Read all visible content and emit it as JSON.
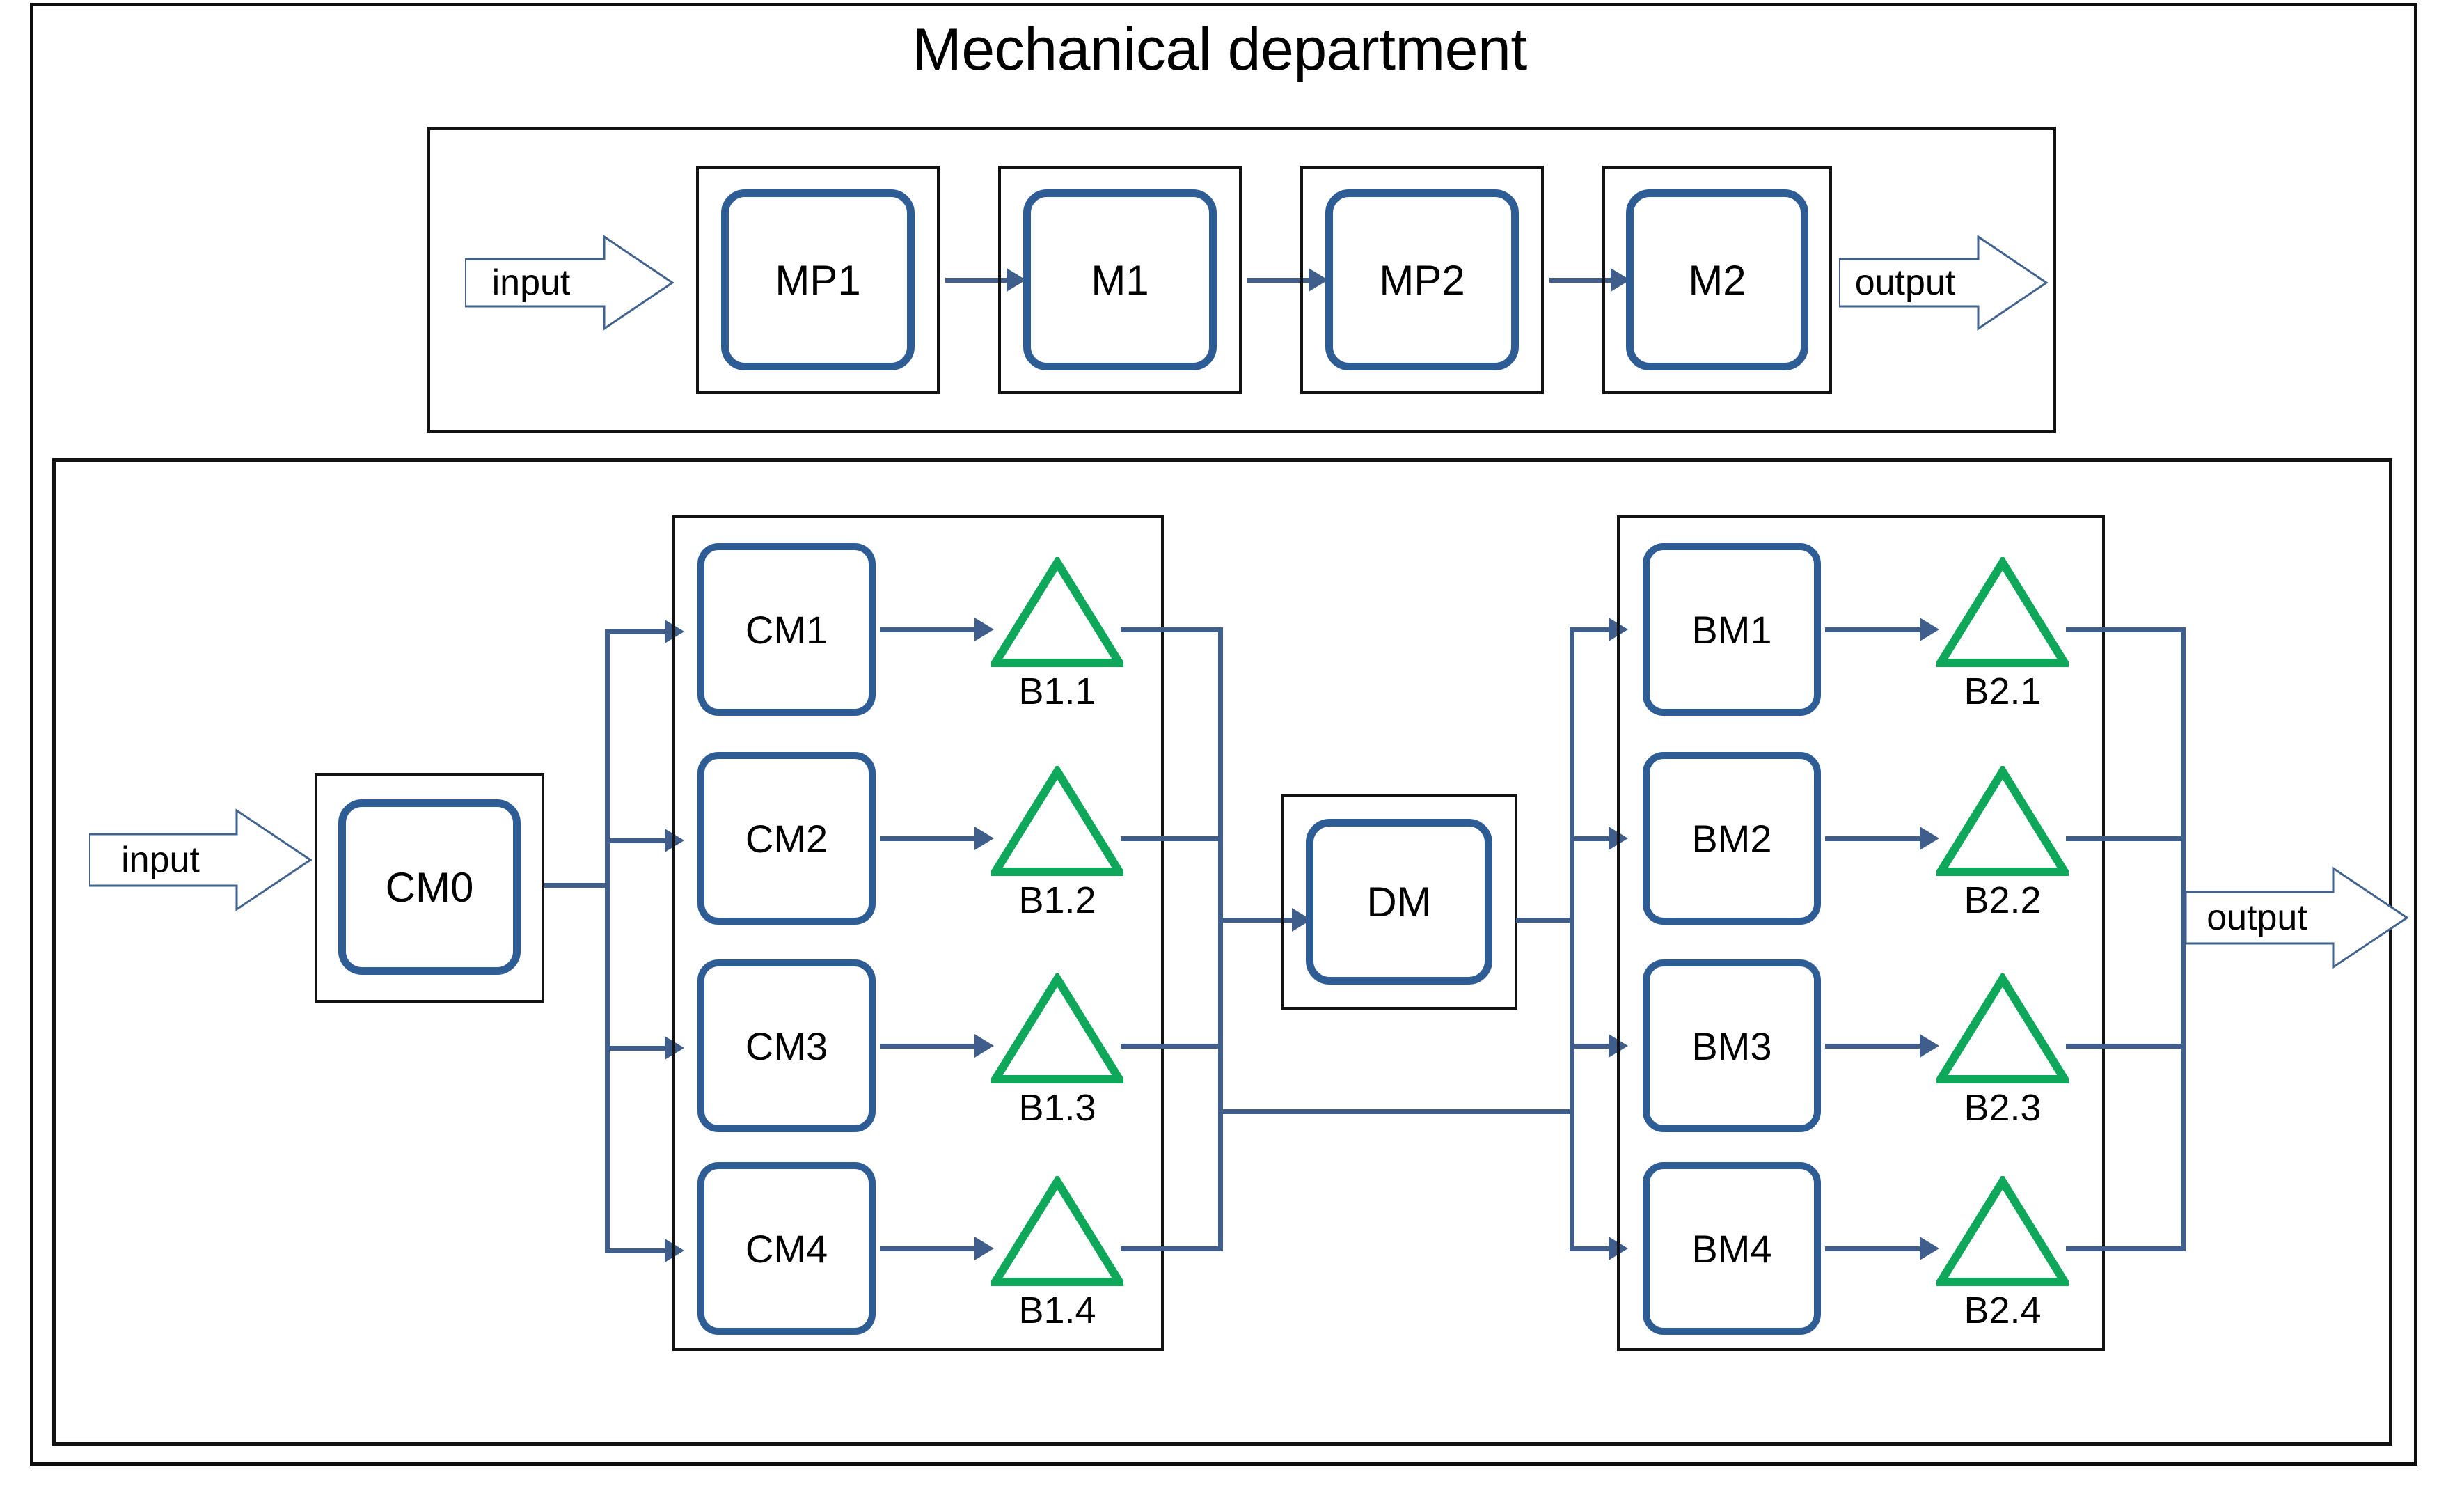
{
  "page": {
    "title": "Mechanical department",
    "background_color": "#ffffff",
    "frame_color": "#131313",
    "accent_blue": "#2E5D96",
    "connector_blue": "#3F5E8C",
    "buffer_green": "#0FA85A"
  },
  "top_panel": {
    "name": "mechanical-department-line",
    "input_label": "input",
    "output_label": "output",
    "stages": [
      {
        "id": "MP1",
        "label": "MP1"
      },
      {
        "id": "M1",
        "label": "M1"
      },
      {
        "id": "MP2",
        "label": "MP2"
      },
      {
        "id": "M2",
        "label": "M2"
      }
    ]
  },
  "bottom_panel": {
    "name": "buffered-parallel-line",
    "input_label": "input",
    "output_label": "output",
    "source": {
      "id": "CM0",
      "label": "CM0"
    },
    "merge": {
      "id": "DM",
      "label": "DM"
    },
    "stage_one": {
      "machines": [
        {
          "id": "CM1",
          "label": "CM1"
        },
        {
          "id": "CM2",
          "label": "CM2"
        },
        {
          "id": "CM3",
          "label": "CM3"
        },
        {
          "id": "CM4",
          "label": "CM4"
        }
      ],
      "buffers": [
        {
          "id": "B1.1",
          "label": "B1.1"
        },
        {
          "id": "B1.2",
          "label": "B1.2"
        },
        {
          "id": "B1.3",
          "label": "B1.3"
        },
        {
          "id": "B1.4",
          "label": "B1.4"
        }
      ]
    },
    "stage_two": {
      "machines": [
        {
          "id": "BM1",
          "label": "BM1"
        },
        {
          "id": "BM2",
          "label": "BM2"
        },
        {
          "id": "BM3",
          "label": "BM3"
        },
        {
          "id": "BM4",
          "label": "BM4"
        }
      ],
      "buffers": [
        {
          "id": "B2.1",
          "label": "B2.1"
        },
        {
          "id": "B2.2",
          "label": "B2.2"
        },
        {
          "id": "B2.3",
          "label": "B2.3"
        },
        {
          "id": "B2.4",
          "label": "B2.4"
        }
      ]
    }
  }
}
